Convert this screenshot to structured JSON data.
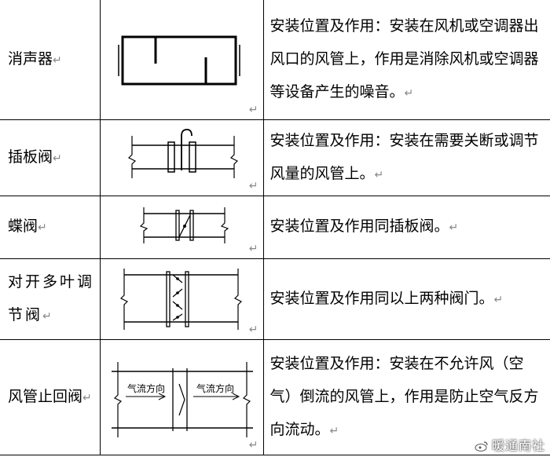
{
  "return_mark": "↵",
  "rows": [
    {
      "name": "消声器",
      "desc": "安装位置及作用：安装在风机或空调器出风口的风管上，作用是消除风机或空调器等设备产生的噪音。"
    },
    {
      "name": "插板阀",
      "desc": "安装位置及作用：安装在需要关断或调节风量的风管上。"
    },
    {
      "name": "蝶阀",
      "desc": "安装位置及作用同插板阀。"
    },
    {
      "name": "对开多叶调节阀",
      "desc": "安装位置及作用同以上两种阀门。"
    },
    {
      "name": "风管止回阀",
      "desc": "安装位置及作用：安装在不允许风（空气）倒流的风管上，作用是防止空气反方向流动。"
    }
  ],
  "check_valve_symbol": {
    "left_label": "气流方向",
    "right_label": "气流方向"
  },
  "watermark": "暖通南社"
}
